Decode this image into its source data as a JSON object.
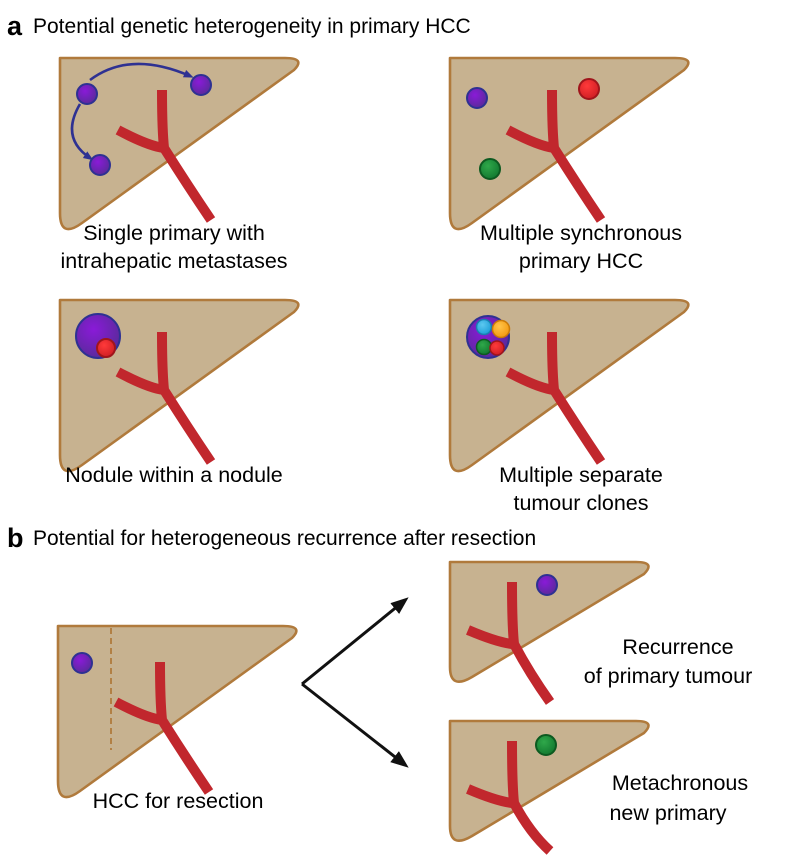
{
  "panel_a": {
    "letter": "a",
    "title": "Potential genetic heterogeneity in primary HCC",
    "captions": [
      [
        "Single primary with",
        "intrahepatic metastases"
      ],
      [
        "Multiple synchronous",
        "primary HCC"
      ],
      [
        "Nodule within a nodule"
      ],
      [
        "Multiple separate",
        "tumour clones"
      ]
    ]
  },
  "panel_b": {
    "letter": "b",
    "title": "Potential for heterogeneous recurrence after resection",
    "caption_source": [
      "HCC for resection"
    ],
    "caption_recurrence": [
      "Recurrence",
      "of primary tumour"
    ],
    "caption_new_primary": [
      "Metachronous",
      "new primary"
    ]
  },
  "colors": {
    "liver_fill": "#c7b290",
    "liver_edge": "#b07a3c",
    "vessel": "#c1272d",
    "tumour_purple": "#5b2a9c",
    "tumour_red": "#e0252a",
    "tumour_green": "#1d8a3a",
    "tumour_cyan": "#29abe2",
    "tumour_orange": "#f7a21b",
    "arrow_blue": "#2e3192",
    "arrow_black": "#111111",
    "resection_line": "#b07a3c"
  }
}
